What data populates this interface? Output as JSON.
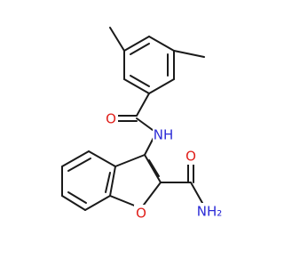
{
  "molecule": {
    "atoms": {
      "amide_o": {
        "label": "O",
        "color": "#e0201b"
      },
      "amide_n": {
        "label": "NH",
        "color": "#2b2bd6"
      },
      "furan_o": {
        "label": "O",
        "color": "#e0201b"
      },
      "carboxamide_o": {
        "label": "O",
        "color": "#e0201b"
      },
      "carboxamide_n": {
        "label": "NH₂",
        "color": "#2b2bd6"
      }
    }
  }
}
